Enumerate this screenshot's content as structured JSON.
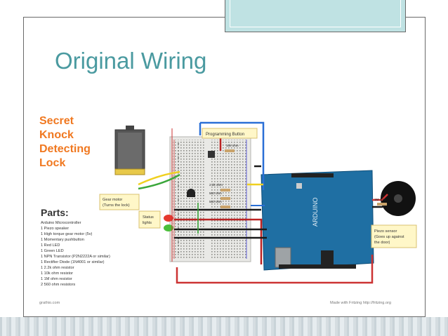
{
  "slide": {
    "title": "Original Wiring"
  },
  "diagram": {
    "heading_lines": [
      "Secret",
      "Knock",
      "Detecting",
      "Lock"
    ],
    "parts_heading": "Parts:",
    "parts_list": [
      "Arduino Microcontroller",
      "1  Piezo speaker",
      "1  High torque gear motor (5v)",
      "1  Momentary pushbutton",
      "1  Red LED",
      "1  Green LED",
      "1  NPN Transistor (P2N2222A or similar)",
      "1  Rectifier Diode (1N4001 or similar)",
      "1  2.2k ohm resistor",
      "1  10k ohm resistor",
      "1  1M ohm resistor",
      "2  560 ohm resistors"
    ],
    "callouts": {
      "programming_button": "Programming Button",
      "gear_motor": [
        "Gear motor",
        "(Turns the lock)"
      ],
      "status_lights": [
        "Status",
        "lights"
      ],
      "piezo_sensor": [
        "Piezo sensor",
        "(Goes up against",
        "the door)"
      ]
    },
    "resistor_labels": {
      "r10k": "10k ohm",
      "r22k": "2.2k ohm",
      "r560a": "560 ohm",
      "r560b": "560 ohm",
      "r1m": "1M ohm"
    },
    "board_label": "ARDUINO",
    "footer_left": "grathio.com",
    "footer_right": "Made with Fritzing http://fritzing.org"
  }
}
